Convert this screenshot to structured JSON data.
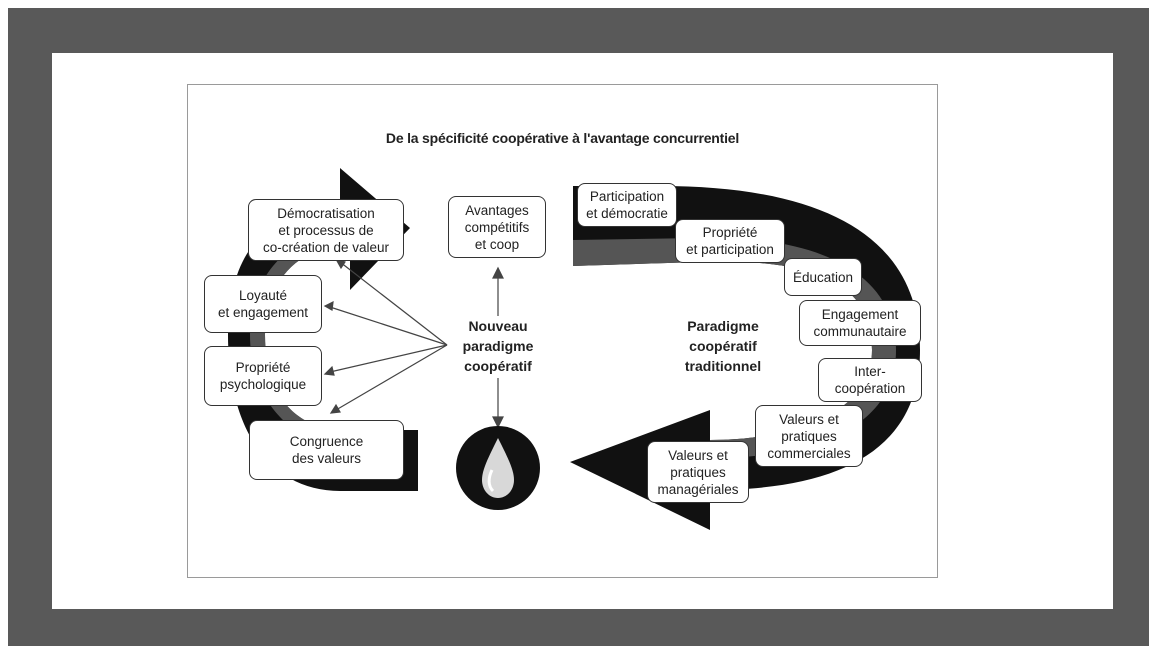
{
  "title": "De la spécificité coopérative à l'avantage concurrentiel",
  "center_new": "Nouveau\nparadigme\ncoopératif",
  "center_traditional": "Paradigme\ncoopératif\ntraditionnel",
  "top_box": "Avantages\ncompétitifs\net coop",
  "left_boxes": [
    "Démocratisation\net processus de\nco-création de valeur",
    "Loyauté\net engagement",
    "Propriété\npsychologique",
    "Congruence\ndes valeurs"
  ],
  "right_boxes": [
    "Participation\net démocratie",
    "Propriété\net participation",
    "Éducation",
    "Engagement\ncommunautaire",
    "Inter-\ncoopération",
    "Valeurs et\npratiques\ncommerciales",
    "Valeurs et\npratiques\nmanagériales"
  ],
  "colors": {
    "frame": "#595959",
    "arrow_dark": "#111111",
    "arrow_mid": "#555555",
    "drop_bg": "#111111"
  }
}
